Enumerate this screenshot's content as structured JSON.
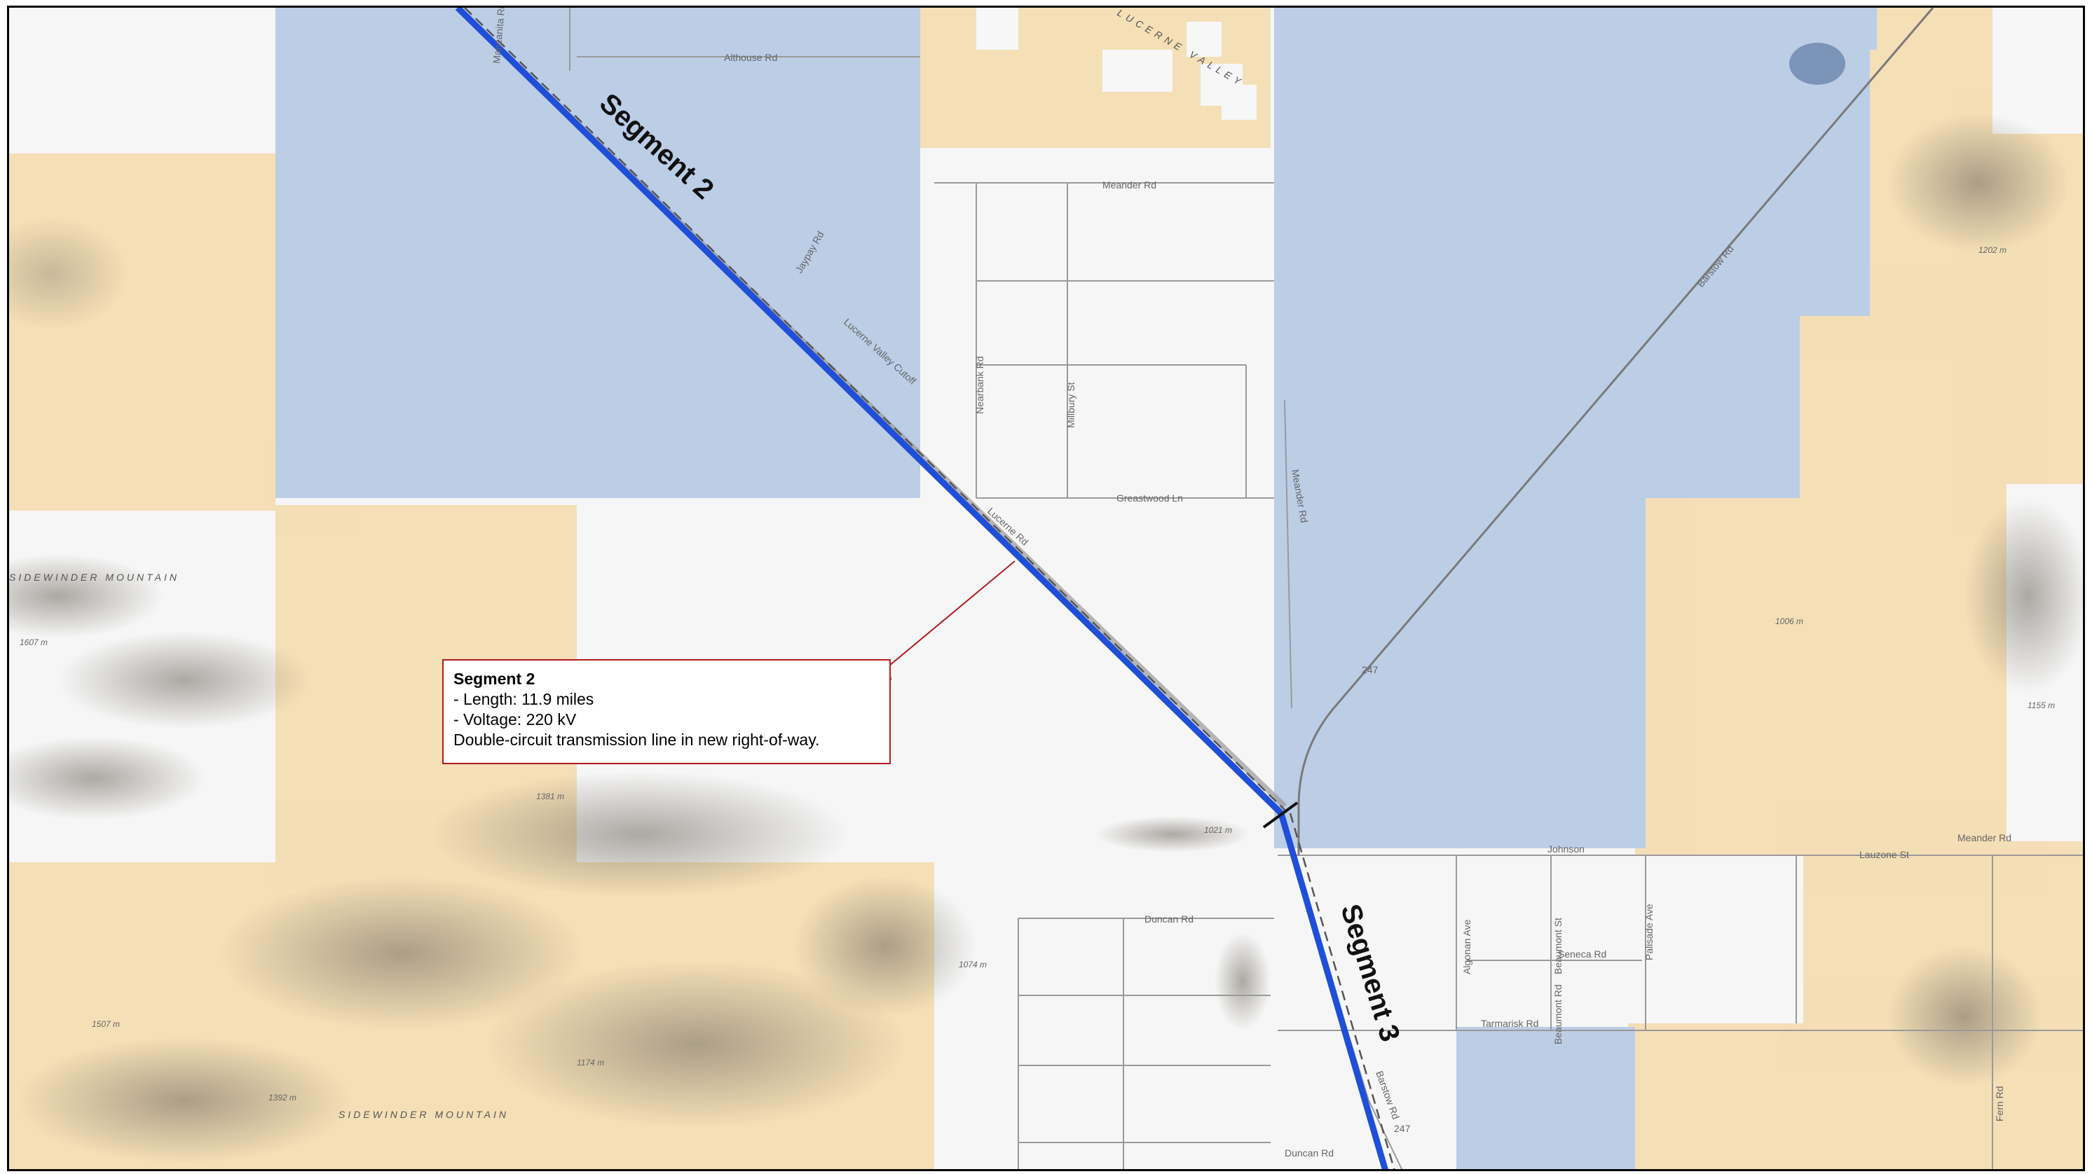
{
  "map": {
    "segments": [
      {
        "label": "Segment 2"
      },
      {
        "label": "Segment 3"
      }
    ],
    "info_box": {
      "title": "Segment 2",
      "length": "- Length: 11.9 miles",
      "voltage": "- Voltage:  220 kV",
      "description": "Double-circuit transmission line in new right-of-way."
    },
    "road_labels": [
      "Althouse Rd",
      "Meander Rd",
      "Jaypay Rd",
      "Manzanita Rd",
      "Nearbank Rd",
      "Millbury St",
      "Greastwood Ln",
      "Meander Rd",
      "Lucerne Valley Cutoff",
      "Lucerne Rd",
      "Barstow Rd",
      "247",
      "Duncan Rd",
      "Algonan Ave",
      "Beaumont St",
      "Palisade Ave",
      "Johnson",
      "Seneca Rd",
      "Beaumont Rd",
      "Tarmarisk Rd",
      "Lauzone St",
      "Meander Rd",
      "Fern Rd",
      "Duncan Rd",
      "Barstow Rd",
      "247"
    ],
    "terrain_labels": [
      "SIDEWINDER MOUNTAIN",
      "SIDEWINDER MOUNTAIN",
      "LUCERNE VALLEY"
    ],
    "elevation_labels": [
      "1607 m",
      "1381 m",
      "1507 m",
      "1392 m",
      "1174 m",
      "1074 m",
      "1021 m",
      "1006 m",
      "1202 m",
      "1155 m"
    ],
    "land_colors": {
      "blm": "#bfd0e8",
      "state": "#f6deb4",
      "private": "#f5f5f5",
      "route": "#1f4fd8"
    }
  }
}
